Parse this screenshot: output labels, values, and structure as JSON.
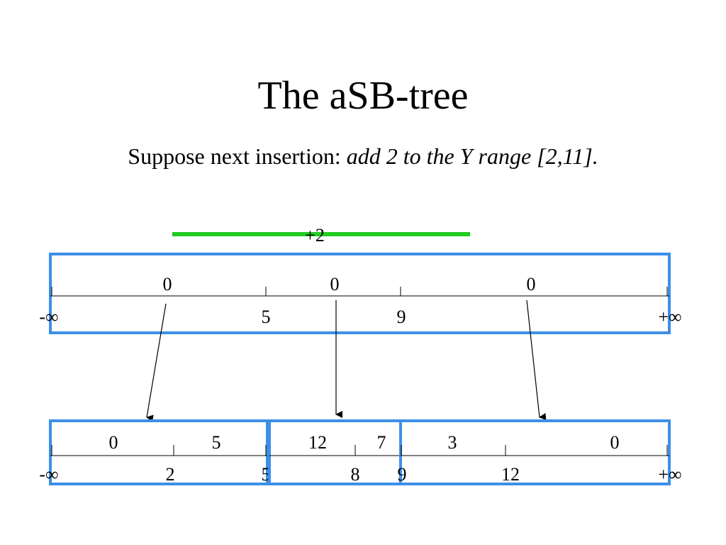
{
  "title": "The aSB-tree",
  "subtitle": {
    "lead": "Suppose next insertion: ",
    "emphasis": "add 2 to the Y range [2,11]."
  },
  "insertion": {
    "label": "+2",
    "color": "#22cc22"
  },
  "colors": {
    "node_border": "#3d8fe8",
    "segment_line": "#22cc22",
    "axis": "#000000"
  },
  "root": {
    "values": [
      "0",
      "0",
      "0"
    ],
    "keys": [
      "-∞",
      "5",
      "9",
      "+∞"
    ]
  },
  "children": [
    {
      "values": [
        "0",
        "5"
      ],
      "keys": [
        "-∞",
        "2",
        "5"
      ]
    },
    {
      "values": [
        "12",
        "7"
      ],
      "keys": [
        "8"
      ]
    },
    {
      "values": [
        "3",
        "0"
      ],
      "keys": [
        "9",
        "12",
        "+∞"
      ]
    }
  ]
}
